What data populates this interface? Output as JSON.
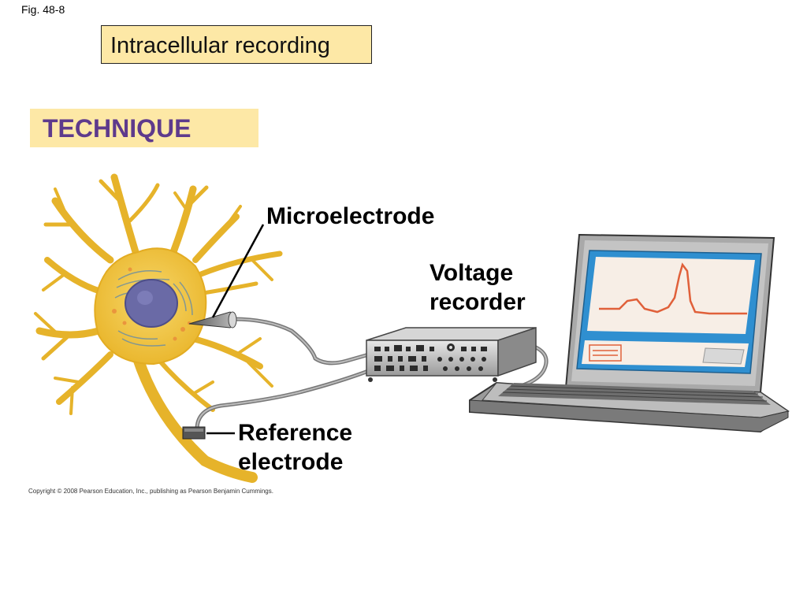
{
  "figure": {
    "number": "Fig. 48-8"
  },
  "title": {
    "text": "Intracellular recording"
  },
  "section": {
    "label": "TECHNIQUE"
  },
  "labels": {
    "microelectrode": "Microelectrode",
    "voltage_line1": "Voltage",
    "voltage_line2": "recorder",
    "reference_line1": "Reference",
    "reference_line2": "electrode"
  },
  "footer": {
    "copyright": "Copyright © 2008 Pearson Education, Inc., publishing as Pearson Benjamin Cummings."
  },
  "colors": {
    "label_box": "#fde8a6",
    "technique_text": "#5e3a8c",
    "neuron": "#f2c542",
    "nucleus": "#6a6aa6",
    "screen_frame": "#2f8fd0",
    "trace": "#e0603a"
  }
}
